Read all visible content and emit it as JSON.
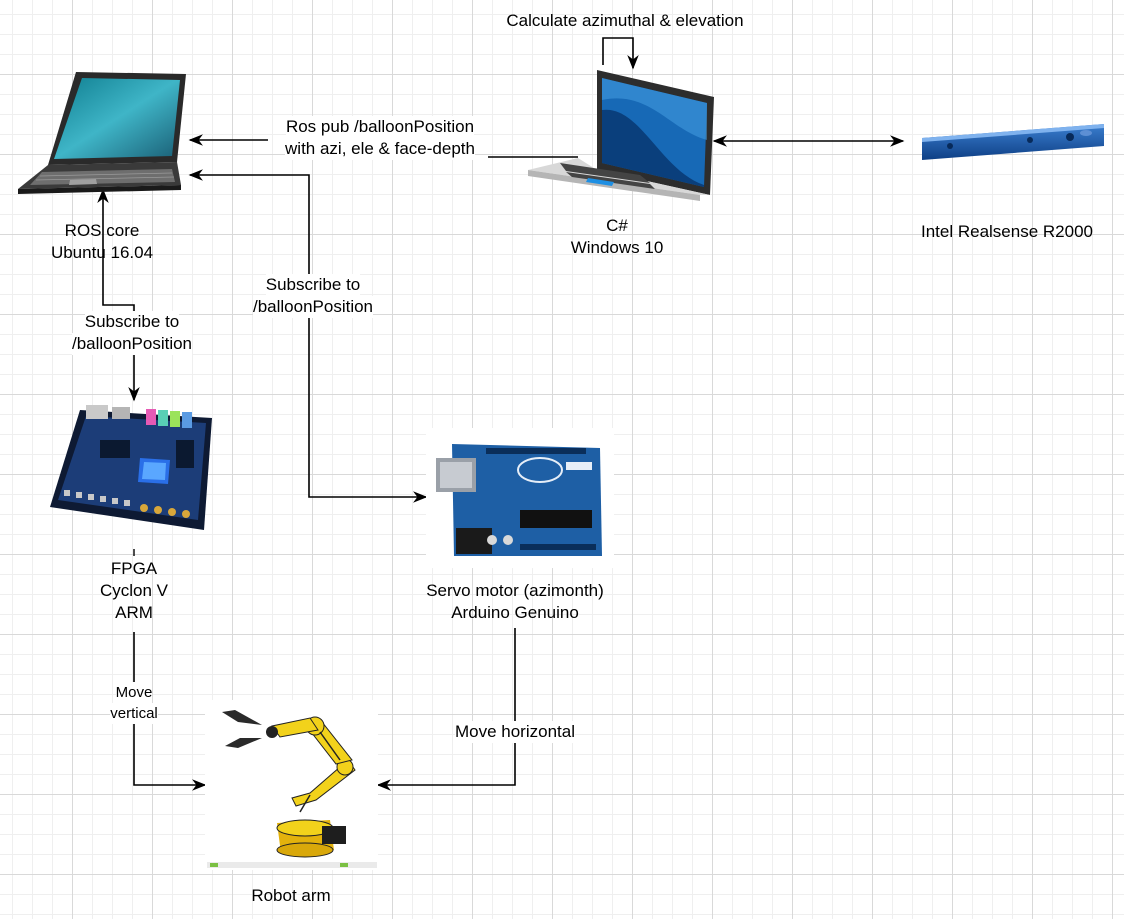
{
  "nodes": {
    "ros_core": {
      "lines": [
        "ROS core",
        "Ubuntu 16.04"
      ],
      "icon": "laptop-icon"
    },
    "windows_pc": {
      "lines": [
        "C#",
        "Windows 10"
      ],
      "icon": "laptop-icon"
    },
    "realsense": {
      "lines": [
        "Intel Realsense R2000"
      ],
      "icon": "depth-camera-icon"
    },
    "fpga": {
      "lines": [
        "FPGA",
        "Cyclon V",
        "ARM"
      ],
      "icon": "fpga-board-icon"
    },
    "arduino": {
      "lines": [
        "Servo motor (azimonth)",
        "Arduino Genuino"
      ],
      "icon": "arduino-board-icon"
    },
    "robot_arm": {
      "lines": [
        "Robot arm"
      ],
      "icon": "robot-arm-icon"
    }
  },
  "edges": {
    "self_loop": {
      "label": "Calculate azimuthal & elevation"
    },
    "publish": {
      "lines": [
        "Ros pub /balloonPosition",
        "with azi, ele & face-depth"
      ]
    },
    "subscribe_arduino": {
      "lines": [
        "Subscribe to",
        "/balloonPosition"
      ]
    },
    "subscribe_fpga": {
      "lines": [
        "Subscribe to",
        "/balloonPosition"
      ]
    },
    "move_vertical": {
      "lines": [
        "Move",
        "vertical"
      ]
    },
    "move_horizontal": {
      "label": "Move horizontal"
    }
  },
  "colors": {
    "line": "#000000",
    "grid_major": "#d9d9d9",
    "grid_minor": "#efefef",
    "arm_yellow": "#f2d21b",
    "board_blue": "#1e5fa5"
  }
}
